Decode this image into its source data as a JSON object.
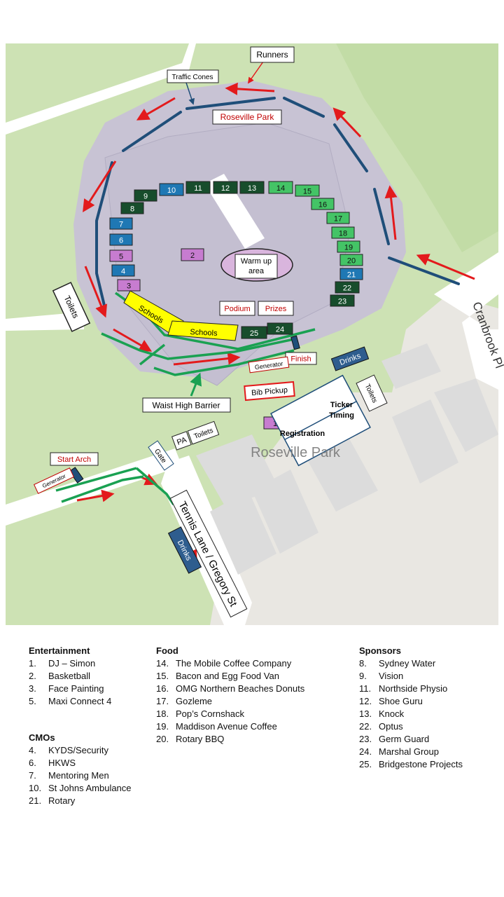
{
  "map": {
    "park_name": "Roseville Park",
    "base_label": "Roseville Park",
    "street_east": "Cranbrook Pl",
    "street_south": "Tennis Lane / Gregory St",
    "labels": {
      "runners": "Runners",
      "traffic_cones": "Traffic Cones",
      "warm_up": [
        "Warm up",
        "area"
      ],
      "podium": "Podium",
      "prizes": "Prizes",
      "toilets_west": "Toilets",
      "toilets_east": "Toilets",
      "toilets_pa": "Toilets",
      "pa": "PA",
      "schools_1": "Schools",
      "schools_2": "Schools",
      "finish": "Finish",
      "generator_1": "Generator",
      "generator_2": "Generator",
      "drinks_1": "Drinks",
      "drinks_2": "Drinks",
      "bib_pickup": "Bib Pickup",
      "ticker_timing": [
        "Ticker",
        "Timing"
      ],
      "registration": "Registration",
      "waist_barrier": "Waist High Barrier",
      "start_arch": "Start Arch",
      "gate": "Gate"
    },
    "stalls": [
      {
        "n": "1",
        "category": "Entertainment"
      },
      {
        "n": "2",
        "category": "Entertainment"
      },
      {
        "n": "3",
        "category": "Entertainment"
      },
      {
        "n": "4",
        "category": "CMO"
      },
      {
        "n": "5",
        "category": "Entertainment"
      },
      {
        "n": "6",
        "category": "CMO"
      },
      {
        "n": "7",
        "category": "CMO"
      },
      {
        "n": "8",
        "category": "Sponsor"
      },
      {
        "n": "9",
        "category": "Sponsor"
      },
      {
        "n": "10",
        "category": "CMO"
      },
      {
        "n": "11",
        "category": "Sponsor"
      },
      {
        "n": "12",
        "category": "Sponsor"
      },
      {
        "n": "13",
        "category": "Sponsor"
      },
      {
        "n": "14",
        "category": "Food"
      },
      {
        "n": "15",
        "category": "Food"
      },
      {
        "n": "16",
        "category": "Food"
      },
      {
        "n": "17",
        "category": "Food"
      },
      {
        "n": "18",
        "category": "Food"
      },
      {
        "n": "19",
        "category": "Food"
      },
      {
        "n": "20",
        "category": "Food"
      },
      {
        "n": "21",
        "category": "CMO"
      },
      {
        "n": "22",
        "category": "Sponsor"
      },
      {
        "n": "23",
        "category": "Sponsor"
      },
      {
        "n": "24",
        "category": "Sponsor"
      },
      {
        "n": "25",
        "category": "Sponsor"
      }
    ],
    "colors": {
      "grass": "#cde2b4",
      "paddock": "#c8c3d4",
      "road": "#ffffff",
      "building": "#dcdcdc",
      "cone_line": "#1f4e79",
      "arrow": "#e31a1c",
      "barrier": "#1aa152",
      "Entertainment": "#c77cd0",
      "CMO": "#1f78b4",
      "Sponsor": "#174d2c",
      "Food": "#44c466",
      "schools": "#ffff00"
    }
  },
  "legend": {
    "entertainment": {
      "title": "Entertainment",
      "items": [
        {
          "num": "1.",
          "text": "DJ – Simon"
        },
        {
          "num": "2.",
          "text": "Basketball"
        },
        {
          "num": "3.",
          "text": "Face Painting"
        },
        {
          "num": "5.",
          "text": "Maxi Connect 4"
        }
      ]
    },
    "cmos": {
      "title": "CMOs",
      "items": [
        {
          "num": "4.",
          "text": "KYDS/Security"
        },
        {
          "num": "6.",
          "text": "HKWS"
        },
        {
          "num": "7.",
          "text": "Mentoring Men"
        },
        {
          "num": "10.",
          "text": "St Johns Ambulance"
        },
        {
          "num": "21.",
          "text": "Rotary"
        }
      ]
    },
    "food": {
      "title": "Food",
      "items": [
        {
          "num": "14.",
          "text": "The Mobile Coffee Company"
        },
        {
          "num": "15.",
          "text": "Bacon and Egg Food Van"
        },
        {
          "num": "16.",
          "text": "OMG Northern Beaches Donuts"
        },
        {
          "num": "17.",
          "text": "Gozleme"
        },
        {
          "num": "18.",
          "text": "Pop’s Cornshack"
        },
        {
          "num": "19.",
          "text": "Maddison Avenue Coffee"
        },
        {
          "num": "20.",
          "text": "Rotary BBQ"
        }
      ]
    },
    "sponsors": {
      "title": "Sponsors",
      "items": [
        {
          "num": "8.",
          "text": "Sydney Water"
        },
        {
          "num": "9.",
          "text": "Vision"
        },
        {
          "num": "11.",
          "text": "Northside Physio"
        },
        {
          "num": "12.",
          "text": "Shoe Guru"
        },
        {
          "num": "13.",
          "text": "Knock"
        },
        {
          "num": "22.",
          "text": "Optus"
        },
        {
          "num": "23.",
          "text": "Germ Guard"
        },
        {
          "num": "24.",
          "text": "Marshal Group"
        },
        {
          "num": "25.",
          "text": "Bridgestone Projects"
        }
      ]
    }
  }
}
